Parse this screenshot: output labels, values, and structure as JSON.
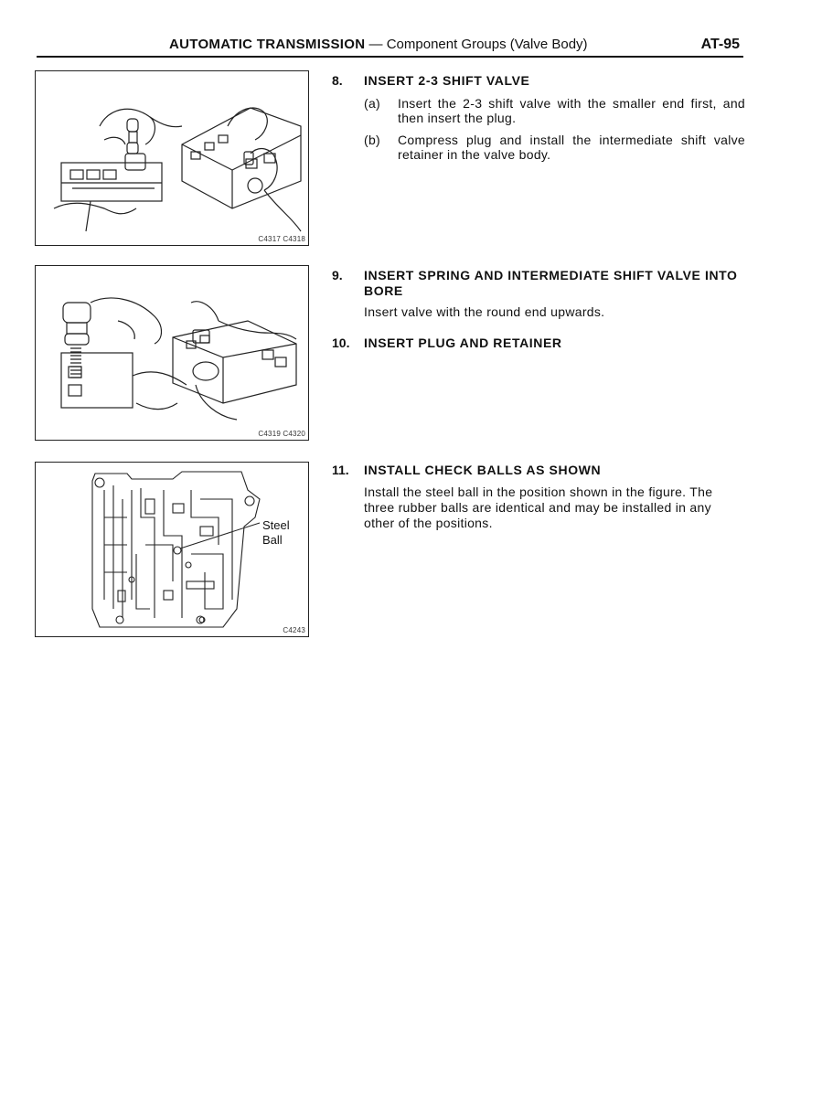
{
  "header": {
    "section_bold": "AUTOMATIC TRANSMISSION",
    "section_rest": " — Component Groups (Valve Body)",
    "page": "AT-95"
  },
  "figures": [
    {
      "code": "C4317 C4318"
    },
    {
      "code": "C4319 C4320"
    },
    {
      "code": "C4243",
      "label_line1": "Steel",
      "label_line2": "Ball"
    }
  ],
  "steps": [
    {
      "number": "8.",
      "title": "INSERT 2-3 SHIFT VALVE",
      "subs": [
        {
          "mark": "(a)",
          "text": "Insert the 2-3 shift valve with the smaller end first, and then insert the plug."
        },
        {
          "mark": "(b)",
          "text": "Compress plug and install the intermediate shift valve retainer in the valve body."
        }
      ]
    },
    {
      "number": "9.",
      "title": "INSERT SPRING AND INTERMEDIATE SHIFT VALVE INTO BORE",
      "body": "Insert valve with the round end upwards."
    },
    {
      "number": "10.",
      "title": "INSERT PLUG AND RETAINER"
    },
    {
      "number": "11.",
      "title": "INSTALL CHECK BALLS AS SHOWN",
      "body": "Install the steel ball in the position shown in the figure. The three rubber balls are identical and may be installed in any other of the positions."
    }
  ]
}
